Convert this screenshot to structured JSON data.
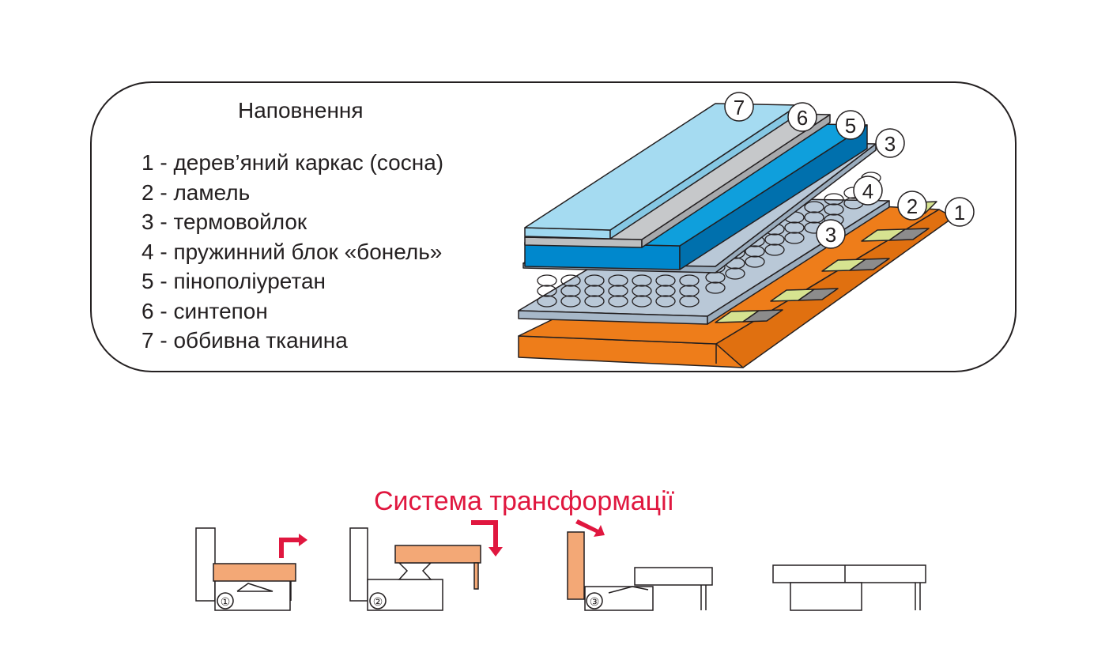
{
  "filling": {
    "title": "Наповнення",
    "items": [
      "1 - дерев’яний каркас (сосна)",
      "2 - ламель",
      "3 - термовойлок",
      "4 - пружинний блок «бонель»",
      "5 - пінополіуретан",
      "6 - синтепон",
      "7 - оббивна тканина"
    ]
  },
  "layer_markers": [
    "7",
    "6",
    "5",
    "3",
    "4",
    "2",
    "1",
    "3"
  ],
  "transformation": {
    "title": "Система трансформації",
    "steps": [
      "①",
      "②",
      "③"
    ]
  },
  "colors": {
    "outline": "#231f20",
    "frame_wood": "#ee7d1a",
    "seat_wood": "#f3a876",
    "lamel": "#d6e390",
    "fabric": "#9fd8f0",
    "sintepon": "#bcbec0",
    "foam": "#0088cd",
    "felt": "#b9c8d7",
    "accent_red": "#e0173f"
  }
}
